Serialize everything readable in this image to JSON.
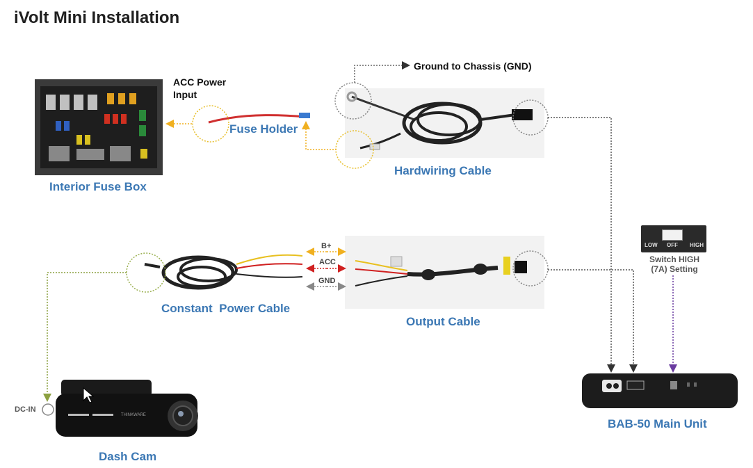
{
  "title": "iVolt Mini Installation",
  "components": {
    "interior_fuse_box": "Interior Fuse Box",
    "fuse_holder": "Fuse Holder",
    "hardwiring_cable": "Hardwiring Cable",
    "constant_power_cable": "Constant  Power Cable",
    "output_cable": "Output Cable",
    "dash_cam": "Dash Cam",
    "bab50_main_unit": "BAB-50 Main Unit"
  },
  "annotations": {
    "acc_power_input": "ACC Power\nInput",
    "ground_to_chassis": "Ground to Chassis (GND)",
    "dc_in": "DC-IN",
    "switch_caption": "Switch HIGH\n(7A) Setting"
  },
  "wire_labels": {
    "bplus": "B+",
    "acc": "ACC",
    "gnd": "GND"
  },
  "switch": {
    "low": "LOW",
    "off": "OFF",
    "high": "HIGH"
  },
  "dashcam_brand": "THINKWARE",
  "colors": {
    "label_blue": "#3c78b4",
    "acc_yellow": "#f0b020",
    "acc_red": "#d02020",
    "gnd_gray": "#888888",
    "connector_purple": "#6a3ca0",
    "dashcam_green": "#8ca040"
  }
}
